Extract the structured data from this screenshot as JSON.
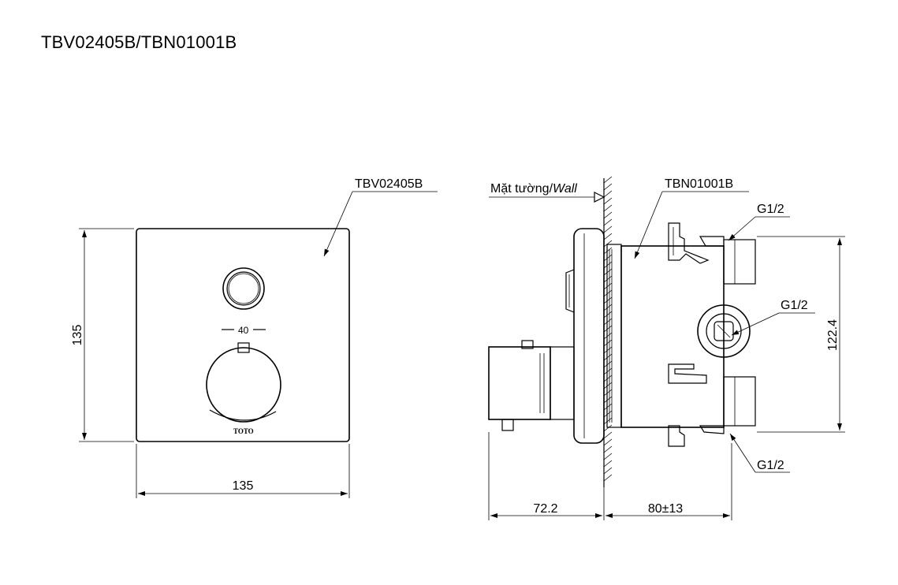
{
  "title": "TBV02405B/TBN01001B",
  "front_view": {
    "part_label": "TBV02405B",
    "width_dim": "135",
    "height_dim": "135",
    "scale_mark": "40",
    "logo_text": "TOTO"
  },
  "side_view": {
    "wall_label_prefix": "Mặt tường/",
    "wall_label_suffix": "Wall",
    "part_label": "TBN01001B",
    "ports": [
      "G1/2",
      "G1/2",
      "G1/2"
    ],
    "depth_front_dim": "72.2",
    "depth_back_dim": "80±13",
    "height_dim": "122.4"
  }
}
